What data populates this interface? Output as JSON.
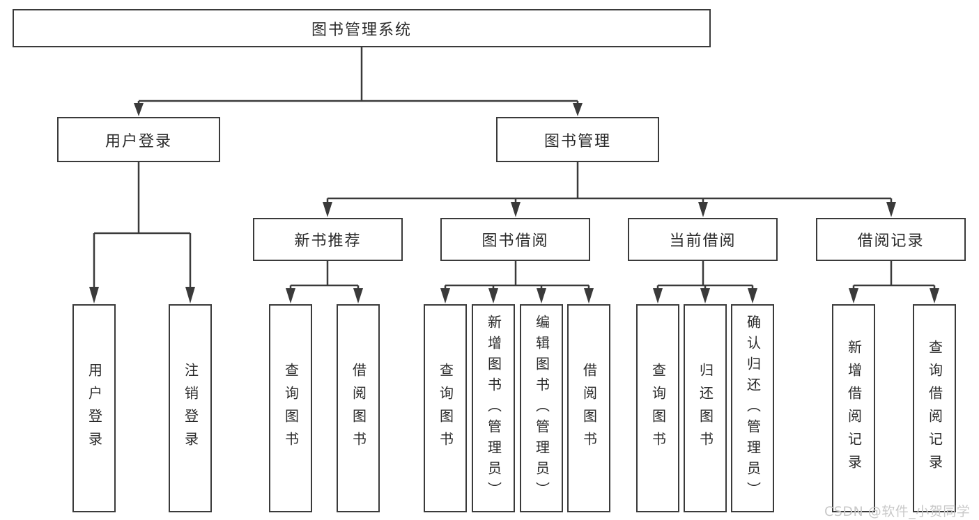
{
  "tree": {
    "label": "图书管理系统",
    "children": [
      {
        "label": "用户登录",
        "children": [
          {
            "label": "用户登录"
          },
          {
            "label": "注销登录"
          }
        ]
      },
      {
        "label": "图书管理",
        "children": [
          {
            "label": "新书推荐",
            "children": [
              {
                "label": "查询图书"
              },
              {
                "label": "借阅图书"
              }
            ]
          },
          {
            "label": "图书借阅",
            "children": [
              {
                "label": "查询图书"
              },
              {
                "label": "新增图书（管理员）"
              },
              {
                "label": "编辑图书（管理员）"
              },
              {
                "label": "借阅图书"
              }
            ]
          },
          {
            "label": "当前借阅",
            "children": [
              {
                "label": "查询图书"
              },
              {
                "label": "归还图书"
              },
              {
                "label": "确认归还（管理员）"
              }
            ]
          },
          {
            "label": "借阅记录",
            "children": [
              {
                "label": "新增借阅记录"
              },
              {
                "label": "查询借阅记录"
              }
            ]
          }
        ]
      }
    ]
  },
  "watermark": {
    "text": "CSDN @软件_小贺同学"
  },
  "colors": {
    "line": "#3a3a3a",
    "text": "#2b2b2b",
    "watermark": "#c9c9c9",
    "background": "#ffffff"
  }
}
